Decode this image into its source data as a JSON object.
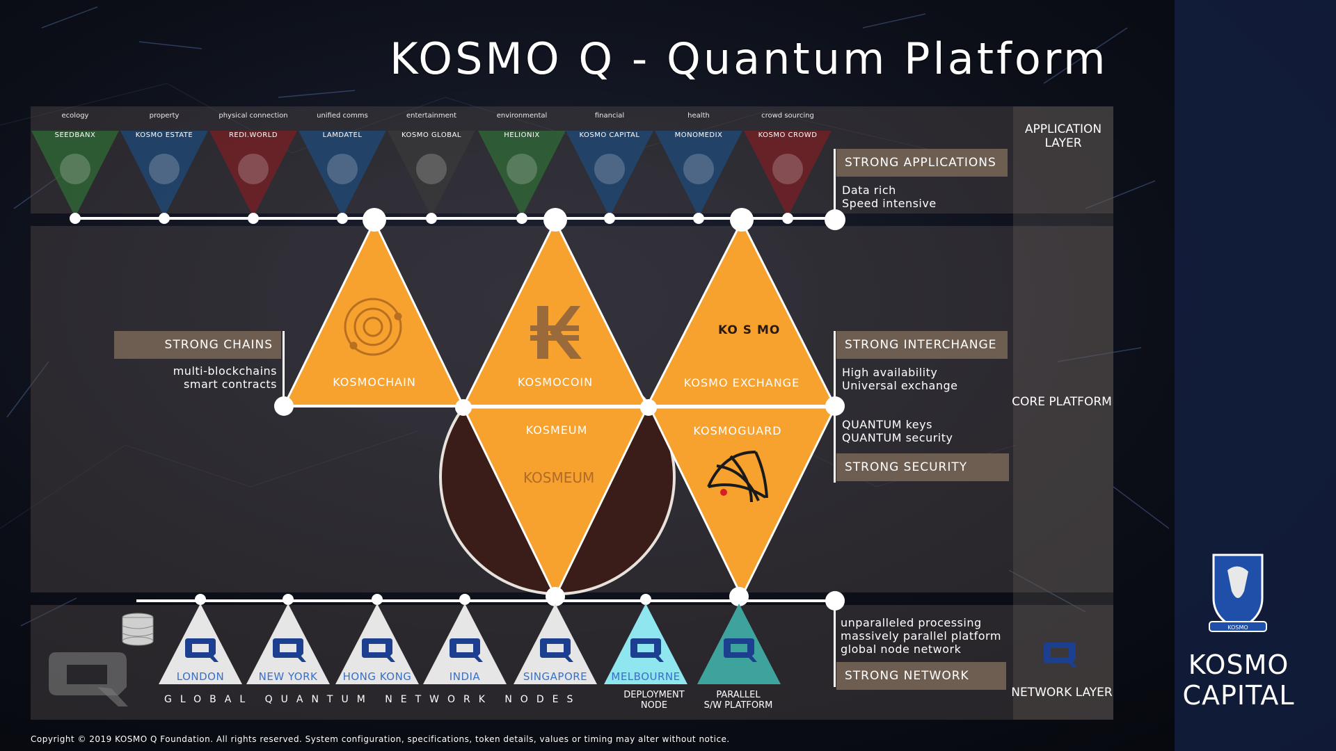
{
  "title": "KOSMO Q - Quantum Platform",
  "layers": {
    "application": "APPLICATION LAYER",
    "core": "CORE PLATFORM",
    "network": "NETWORK LAYER"
  },
  "apps": [
    {
      "category": "ecology",
      "name": "SEEDBANX",
      "color": "#2f6b35",
      "icon": "seedbanx-logo"
    },
    {
      "category": "property",
      "name": "KOSMO ESTATE",
      "color": "#1f4a7a",
      "icon": "kosmo-estate-logo"
    },
    {
      "category": "physical connection",
      "name": "REDI.WORLD",
      "color": "#7a1f24",
      "icon": "rediworld-logo"
    },
    {
      "category": "unified comms",
      "name": "LAMDATEL",
      "color": "#1f4a7a",
      "icon": "lamdatel-helmet-logo"
    },
    {
      "category": "entertainment",
      "name": "KOSMO GLOBAL",
      "color": "#3a3a3a",
      "icon": "kosmo-global-logo"
    },
    {
      "category": "environmental",
      "name": "HELIONIX",
      "color": "#2f6b35",
      "icon": "helionix-logo"
    },
    {
      "category": "financial",
      "name": "KOSMO CAPITAL",
      "color": "#1f4a7a",
      "icon": "kosmo-capital-crest"
    },
    {
      "category": "health",
      "name": "MONOMEDIX",
      "color": "#1f4a7a",
      "icon": "monomedix-logo"
    },
    {
      "category": "crowd sourcing",
      "name": "KOSMO CROWD",
      "color": "#7a1f24",
      "icon": "kosmo-crowd-logo"
    }
  ],
  "right_tags": {
    "applications": {
      "label": "STRONG APPLICATIONS",
      "lines": [
        "Data rich",
        "Speed intensive"
      ]
    },
    "interchange": {
      "label": "STRONG INTERCHANGE",
      "lines": [
        "High availability",
        "Universal exchange"
      ]
    },
    "security": {
      "label": "STRONG SECURITY",
      "lines": [
        "QUANTUM keys",
        "QUANTUM security"
      ]
    },
    "network": {
      "label": "STRONG NETWORK",
      "lines": [
        "unparalleled processing",
        "massively parallel platform",
        "global node network"
      ]
    }
  },
  "left_tag": {
    "label": "STRONG CHAINS",
    "lines": [
      "multi-blockchains",
      "smart contracts"
    ]
  },
  "core": {
    "kosmochain": "KOSMOCHAIN",
    "kosmocoin": "KOSMOCOIN",
    "exchange": "KOSMO EXCHANGE",
    "kosmeum": "KOSMEUM",
    "kosmoguard": "KOSMOGUARD",
    "kosmo_logo": "KO S MO",
    "kosmeum_logo": "KOSMEUM"
  },
  "nodes": [
    {
      "city": "LONDON",
      "color": "#e6e6e6"
    },
    {
      "city": "NEW YORK",
      "color": "#e6e6e6"
    },
    {
      "city": "HONG KONG",
      "color": "#e6e6e6"
    },
    {
      "city": "INDIA",
      "color": "#e6e6e6"
    },
    {
      "city": "SINGAPORE",
      "color": "#e6e6e6"
    },
    {
      "city": "MELBOURNE",
      "color": "#8fe6ef"
    },
    {
      "city": "",
      "color": "#3fa39d"
    }
  ],
  "node_captions": {
    "global": "GLOBAL QUANTUM NETWORK NODES",
    "deployment": [
      "DEPLOYMENT",
      "NODE"
    ],
    "parallel": [
      "PARALLEL",
      "S/W PLATFORM"
    ]
  },
  "brand": {
    "line1": "KOSMO",
    "line2": "CAPITAL",
    "crest_text": "KOSMO"
  },
  "copyright": "Copyright © 2019 KOSMO Q Foundation. All rights reserved. System configuration, specifications, token details, values or timing may alter without notice.",
  "colors": {
    "orange": "#f7a12f",
    "tag_brown": "#6e5e52",
    "sidebar_navy": "#142246",
    "q_blue": "#1d3f8f"
  }
}
